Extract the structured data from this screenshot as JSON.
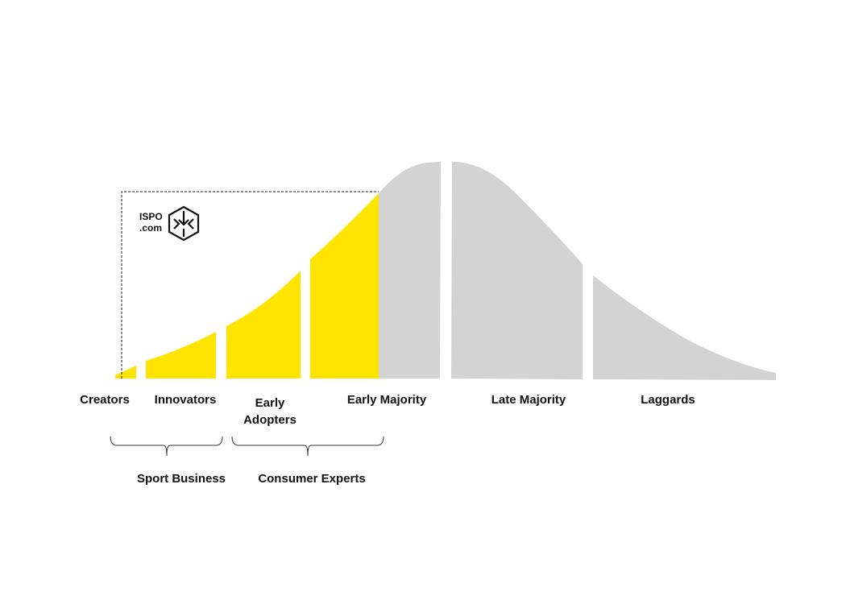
{
  "logo": {
    "line1": "ISPO",
    "line2": ".com"
  },
  "segments": [
    {
      "label": "Creators",
      "color": "#FFE400"
    },
    {
      "label": "Innovators",
      "color": "#FFE400"
    },
    {
      "label_line1": "Early",
      "label_line2": "Adopters",
      "color": "#FFE400"
    },
    {
      "label": "Early Majority",
      "color": "#FFE400"
    },
    {
      "label": "Late Majority",
      "color": "#D3D3D3"
    },
    {
      "label": "Laggards",
      "color": "#D3D3D3"
    }
  ],
  "groups": [
    {
      "label": "Sport Business"
    },
    {
      "label": "Consumer Experts"
    }
  ],
  "colors": {
    "accent": "#FFE400",
    "neutral": "#D3D3D3"
  }
}
